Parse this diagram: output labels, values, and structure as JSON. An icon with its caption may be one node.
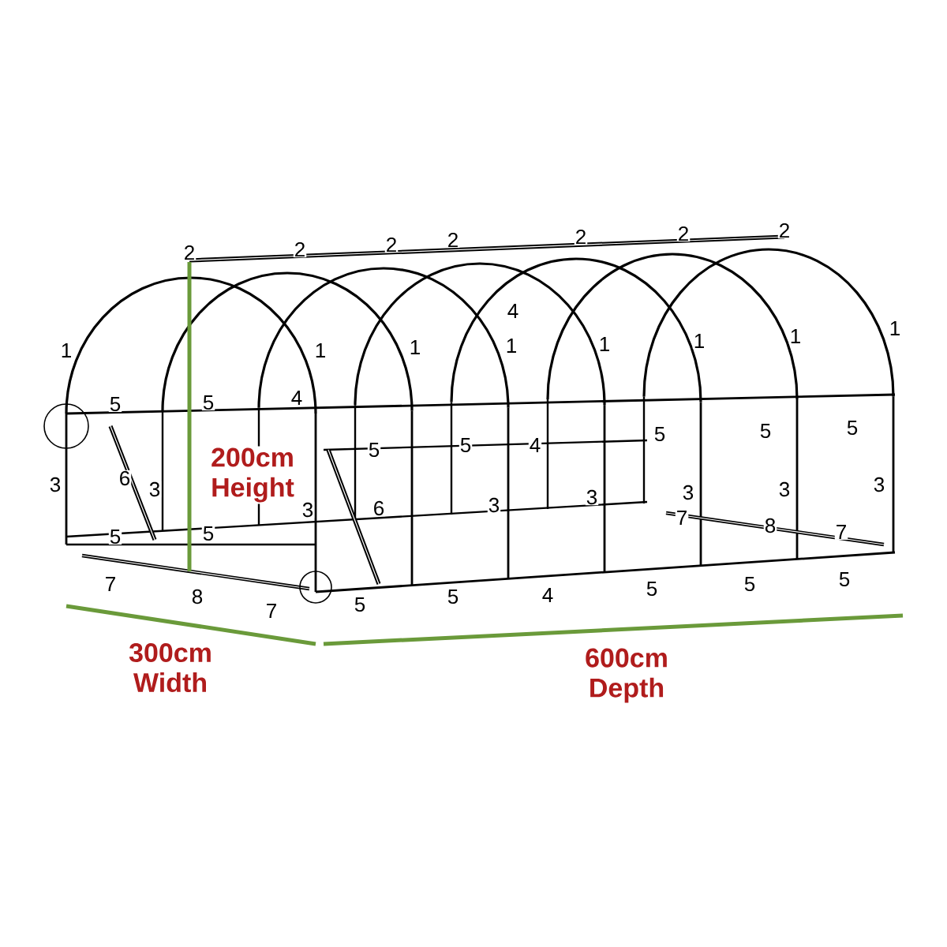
{
  "diagram": {
    "labels": [
      "2",
      "2",
      "2",
      "2",
      "2",
      "2",
      "2",
      "4",
      "1",
      "1",
      "1",
      "1",
      "1",
      "1",
      "1",
      "1",
      "5",
      "5",
      "4",
      "5",
      "5",
      "4",
      "5",
      "5",
      "5",
      "200cm Height",
      "3",
      "6",
      "3",
      "3",
      "6",
      "3",
      "3",
      "3",
      "3",
      "3",
      "5",
      "5",
      "7",
      "8",
      "7",
      "7",
      "8",
      "7",
      "5",
      "5",
      "4",
      "5",
      "5",
      "5",
      "300cm Width",
      "600cm Depth"
    ]
  }
}
